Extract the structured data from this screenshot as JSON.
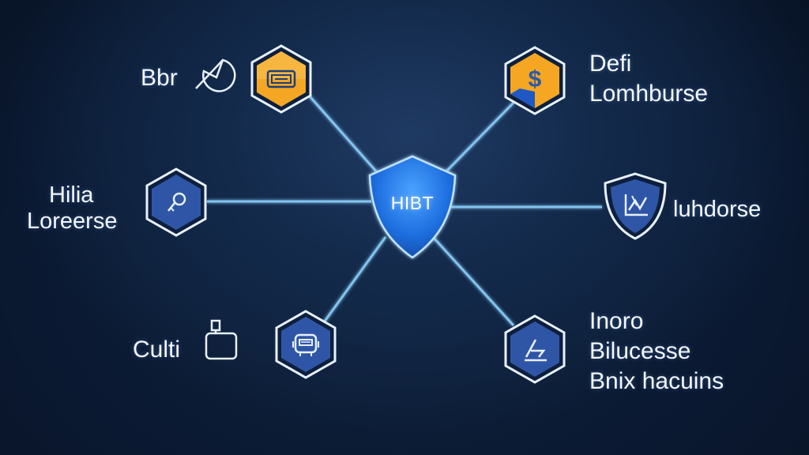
{
  "hub": {
    "label": "HIBT",
    "color": "#1f6fe0"
  },
  "nodes": {
    "top_left": {
      "label": "Bbr",
      "icon": "wallet-icon",
      "style": "orange"
    },
    "top_right": {
      "line1": "Defi",
      "line2": "Lomhburse",
      "icon": "dollar-icon",
      "style": "orange"
    },
    "mid_left": {
      "line1": "Hilia",
      "line2": "Loreerse",
      "icon": "link-icon",
      "style": "blue"
    },
    "mid_right": {
      "label": "luhdorse",
      "icon": "shield-chart-icon",
      "style": "blue"
    },
    "bottom_left": {
      "label": "Culti",
      "icon": "robot-icon",
      "style": "blue"
    },
    "bottom_right": {
      "line1": "Inoro",
      "line2": "Bilucesse",
      "line3": "Bnix hacuins",
      "icon": "chart-icon",
      "style": "blue"
    }
  },
  "colors": {
    "background": "#0b1a33",
    "connector": "#8fd3ff",
    "orange_node": "#f5a623",
    "blue_node": "#2f56a6",
    "node_border": "#cfe4ff"
  }
}
